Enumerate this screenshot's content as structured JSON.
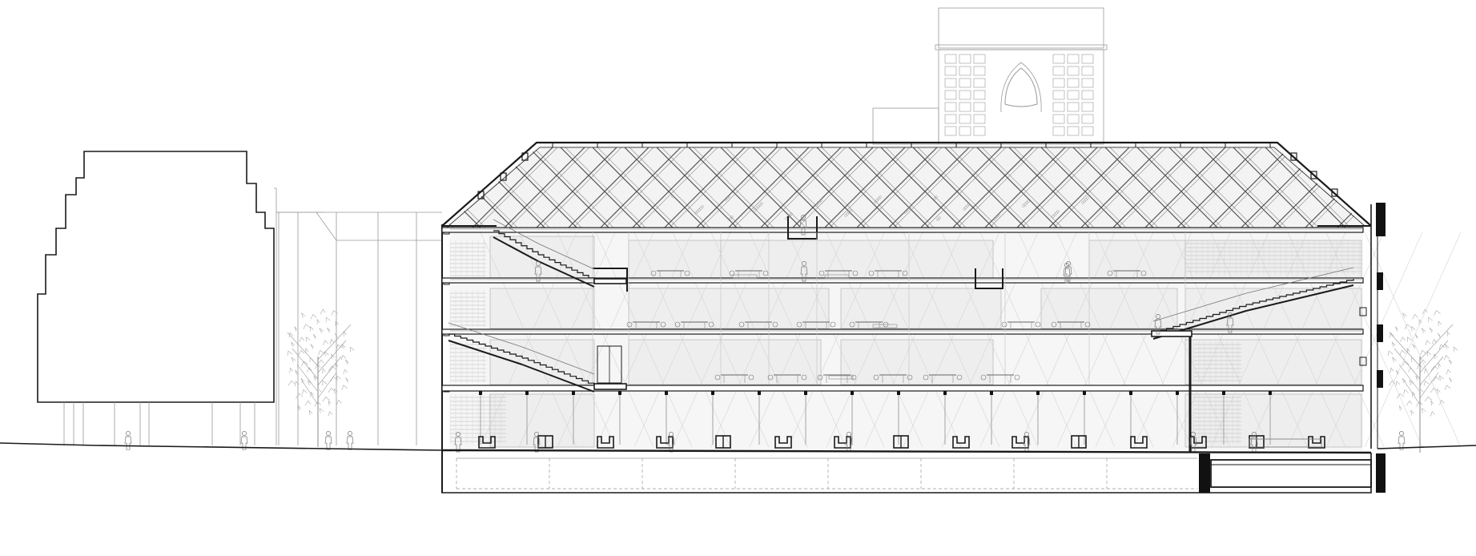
{
  "drawing": {
    "kind": "architectural-section",
    "background_color": "#ffffff",
    "line_color": "#1a1a1a",
    "light_line_color": "#9a9a9a",
    "hatch_color": "#b8b8b8",
    "fill_light": "#eeeeee",
    "fill_mid": "#dcdcdc",
    "solid_color": "#111111",
    "building": {
      "floors_above_ground": 4,
      "roof_type": "diagrid-glazed-roof",
      "basement": true,
      "stairs": 3,
      "lounge_chairs_ground_floor": 15
    },
    "context": {
      "left_building": "stepped-profile-outline",
      "background_tower": "arched-tower-elevation",
      "trees": 2
    }
  }
}
